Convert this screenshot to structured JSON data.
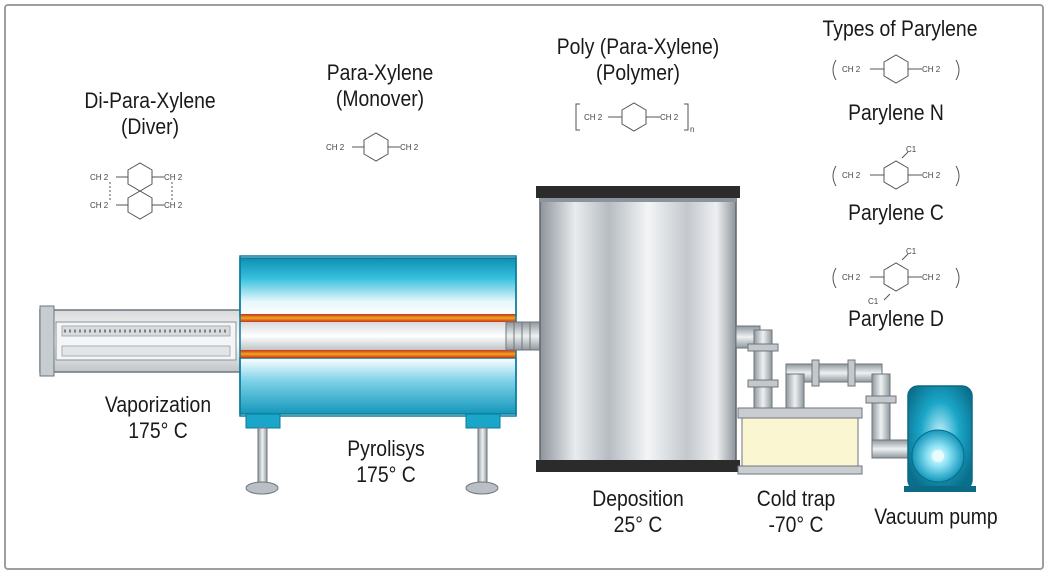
{
  "labels": {
    "di_para_xylene": [
      "Di-Para-Xylene",
      "(Diver)"
    ],
    "para_xylene": [
      "Para-Xylene",
      "(Monover)"
    ],
    "poly_para_xylene": [
      "Poly (Para-Xylene)",
      "(Polymer)"
    ],
    "types_title": "Types of Parylene",
    "parylene_n": "Parylene N",
    "parylene_c": "Parylene C",
    "parylene_d": "Parylene D",
    "vaporization": [
      "Vaporization",
      "175° C"
    ],
    "pyrolisys": [
      "Pyrolisys",
      "175° C"
    ],
    "deposition": [
      "Deposition",
      "25° C"
    ],
    "cold_trap": [
      "Cold trap",
      "-70° C"
    ],
    "vacuum_pump": "Vacuum pump"
  },
  "formula_text": {
    "ch": "CH",
    "ch2": "CH 2",
    "cl": "C1",
    "n": "n"
  },
  "colors": {
    "furnace_blue": "#1aa6c8",
    "heater_orange": "#e88a1a",
    "heater_red": "#c8321a",
    "chamber_gray": "#c9cdd2",
    "cold_trap_fill": "#fbf6d2",
    "pipe_gray": "#b8bfc4"
  }
}
